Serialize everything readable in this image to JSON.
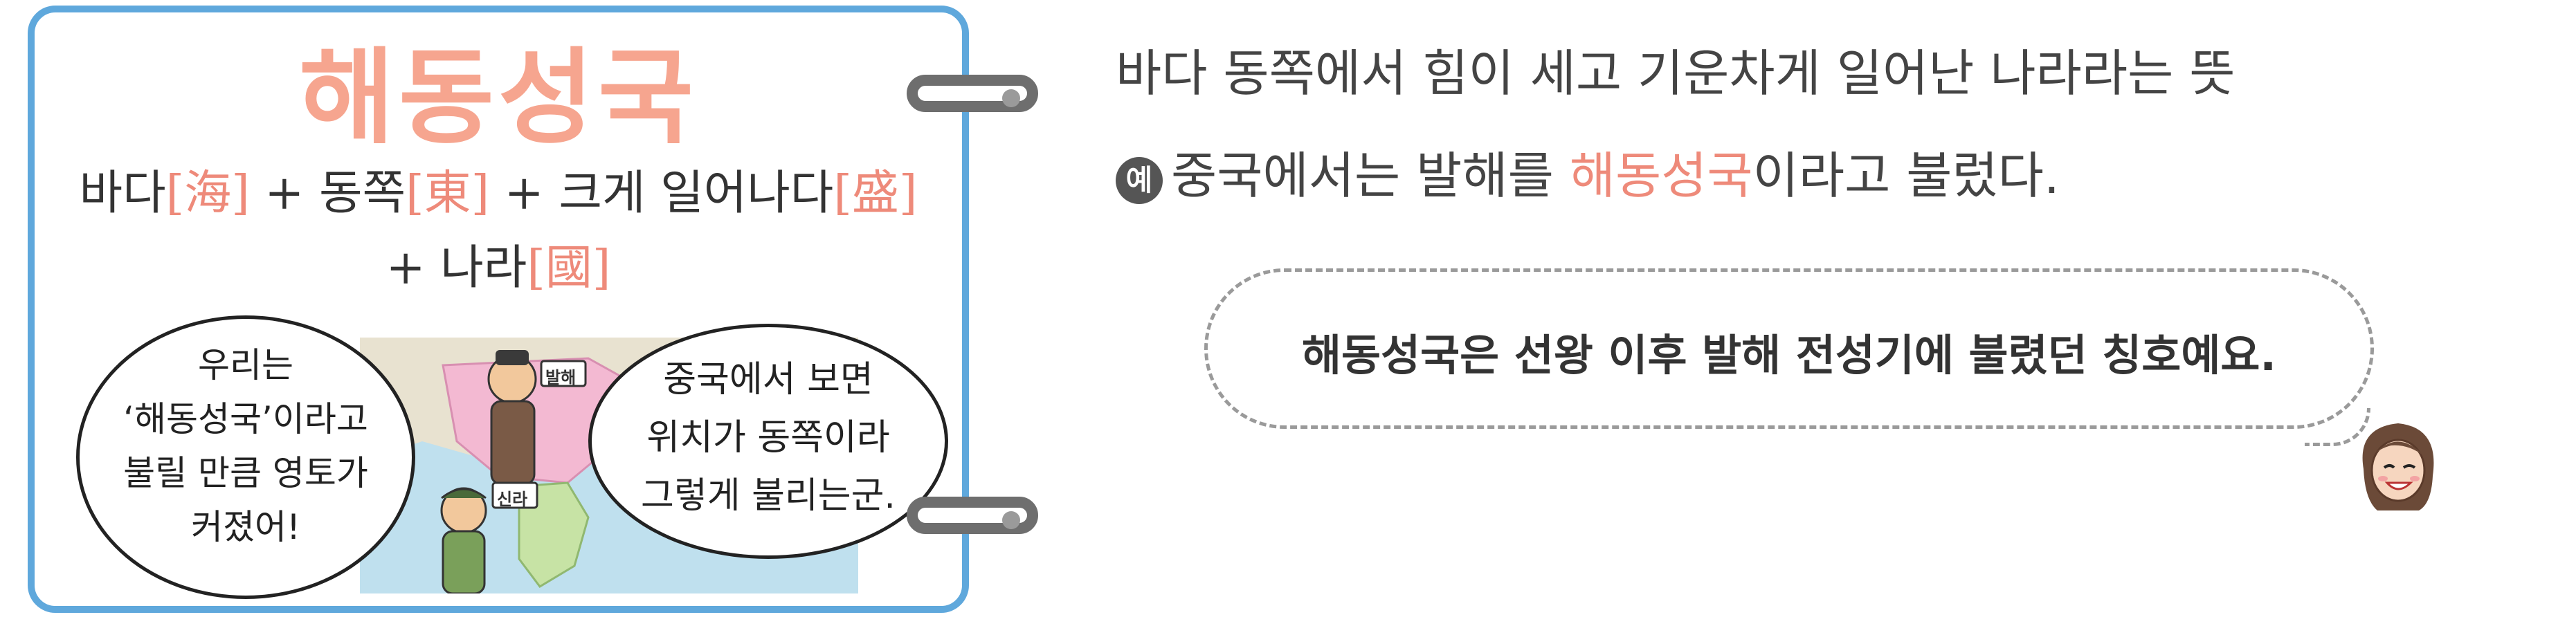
{
  "card": {
    "title": "해동성국",
    "line1": {
      "w1": "바다",
      "h1": "海",
      "p1": " + ",
      "w2": "동쪽",
      "h2": "東",
      "p2": " + ",
      "w3": "크게 일어나다",
      "h3": "盛"
    },
    "line2": {
      "p": "+ ",
      "w": "나라",
      "h": "國"
    },
    "bubble_left": [
      "우리는",
      "‘해동성국’이라고",
      "불릴 만큼 영토가",
      "커졌어!"
    ],
    "bubble_right": [
      "중국에서 보면",
      "위치가 동쪽이라",
      "그렇게 불리는군."
    ],
    "map_labels": {
      "top": "발해",
      "bottom": "신라"
    }
  },
  "definition": "바다 동쪽에서 힘이 세고 기운차게 일어난 나라라는 뜻",
  "example": {
    "badge": "예",
    "before": "중국에서는 발해를 ",
    "highlight": "해동성국",
    "after": "이라고 불렀다."
  },
  "note": "해동성국은 선왕 이후 발해 전성기에 불렸던 칭호예요.",
  "colors": {
    "border": "#5fa8dc",
    "accent": "#ee8a7a",
    "title": "#f6a58f"
  }
}
